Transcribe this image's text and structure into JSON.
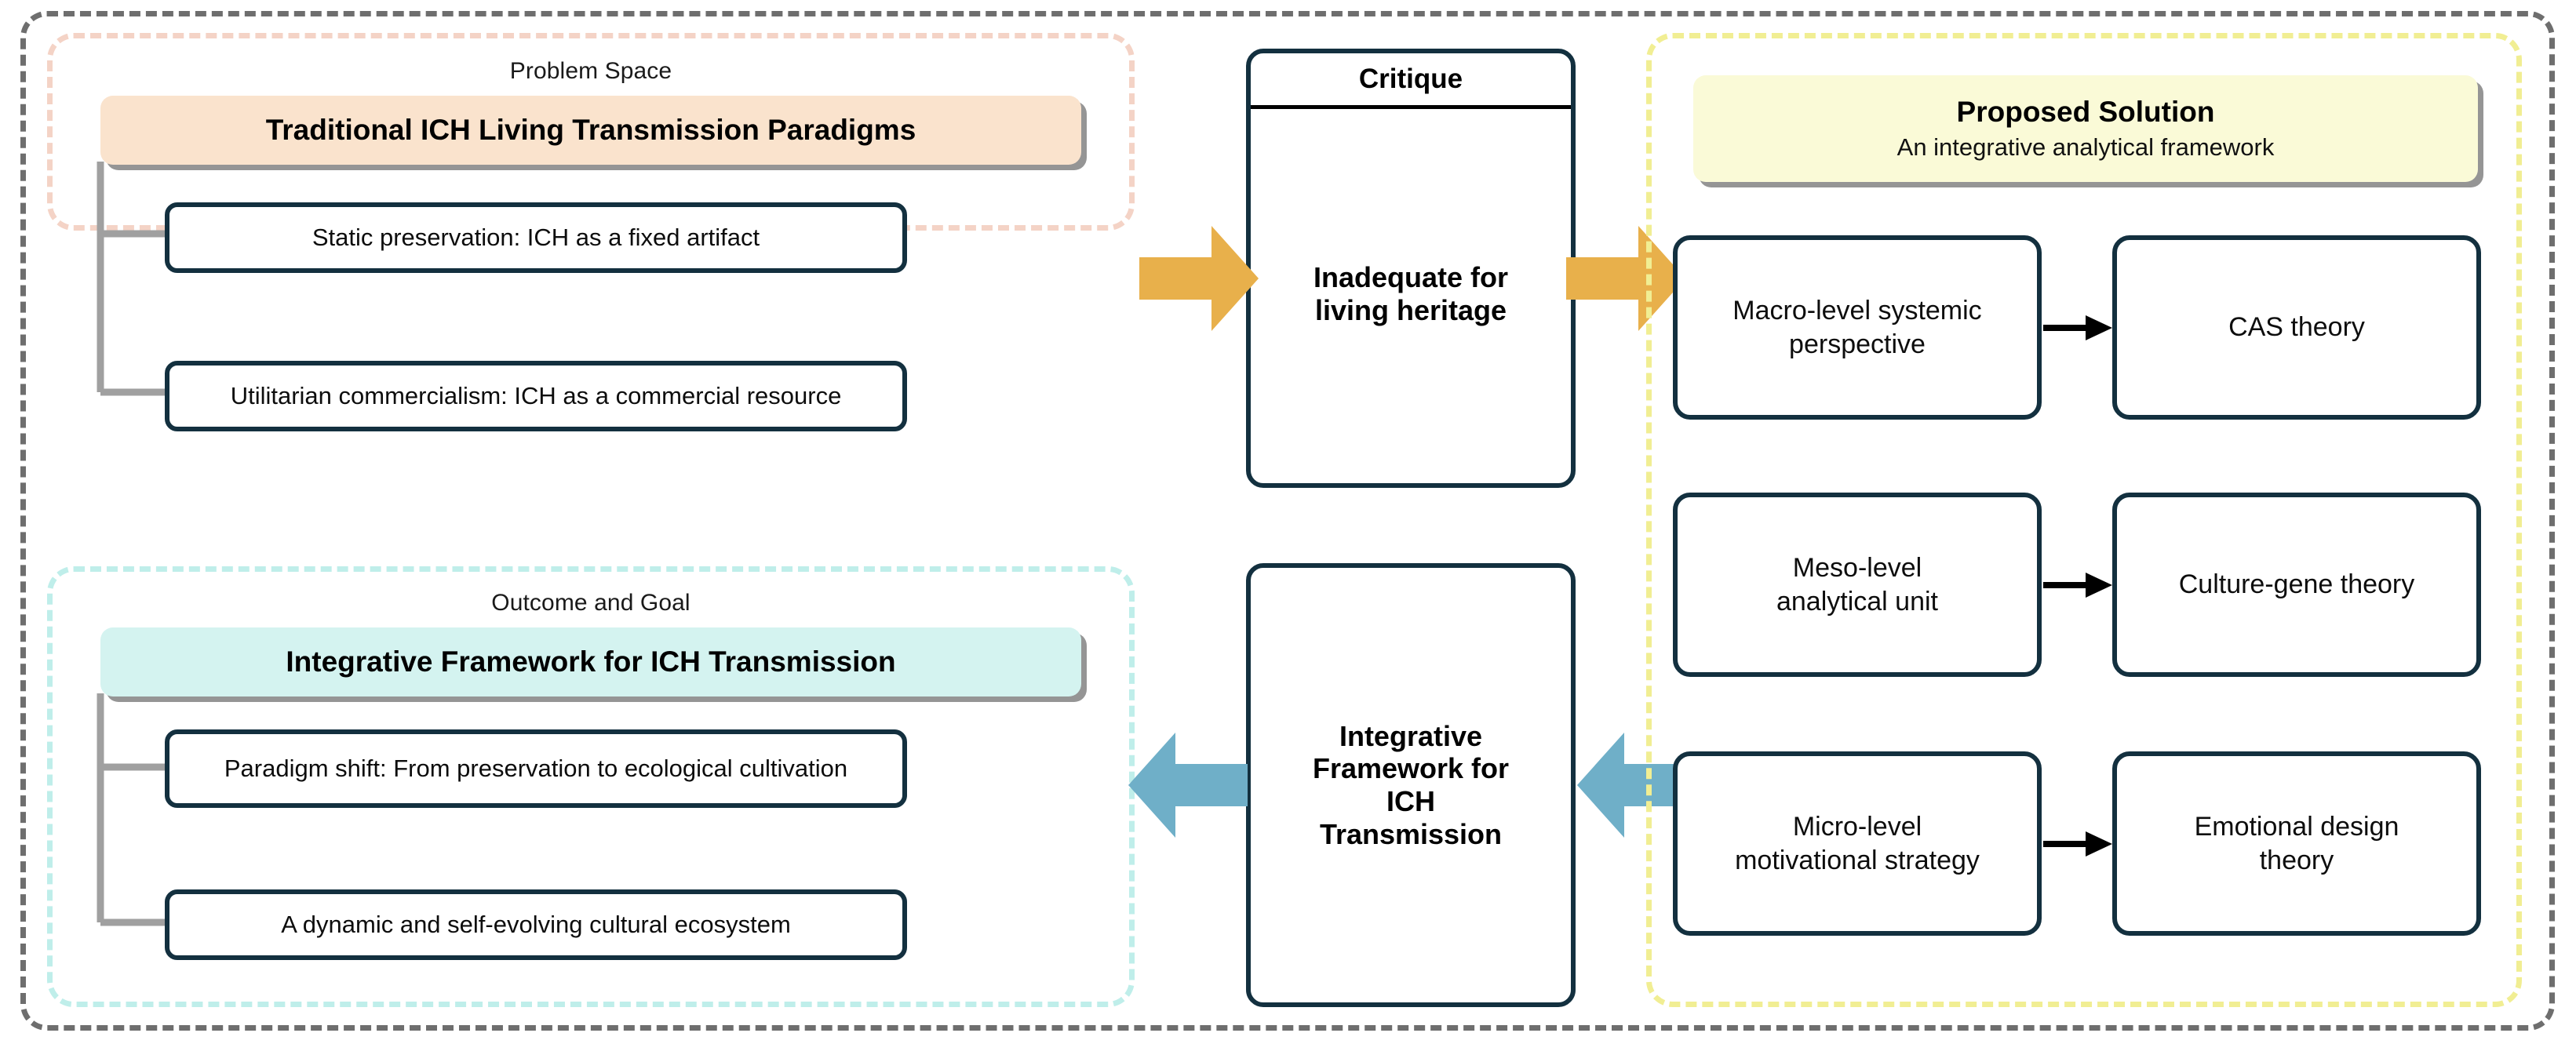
{
  "colors": {
    "outer_frame": "#6e6e6e",
    "problem_border": "#f4d3c6",
    "outcome_border": "#bfeeea",
    "solution_border": "#f1ee93",
    "problem_fill": "#fae3cd",
    "outcome_fill": "#d4f3f0",
    "solution_fill": "#fafad7",
    "box_border": "#13303f",
    "critique_arrow": "#e8b04b",
    "outcome_arrow": "#6fafc8",
    "connector": "#a0a0a0"
  },
  "problem_space": {
    "caption": "Problem Space",
    "header": "Traditional ICH Living Transmission Paradigms",
    "items": [
      "Static preservation: ICH as a fixed artifact",
      "Utilitarian commercialism: ICH as a commercial resource"
    ]
  },
  "outcome_goal": {
    "caption": "Outcome and Goal",
    "header": "Integrative Framework for ICH Transmission",
    "items": [
      "Paradigm shift: From preservation to ecological cultivation",
      "A dynamic and self-evolving cultural ecosystem"
    ]
  },
  "critique": {
    "title": "Critique",
    "body": "Inadequate for\nliving heritage"
  },
  "framework": {
    "body": "Integrative\nFramework for\nICH\nTransmission"
  },
  "proposed_solution": {
    "title": "Proposed Solution",
    "subtitle": "An integrative analytical framework",
    "rows": [
      {
        "level": "Macro-level systemic\nperspective",
        "theory": "CAS theory"
      },
      {
        "level": "Meso-level\nanalytical unit",
        "theory": "Culture-gene theory"
      },
      {
        "level": "Micro-level\nmotivational strategy",
        "theory": "Emotional design\ntheory"
      }
    ]
  },
  "arrows": {
    "critique_in": "right-block-arrow",
    "critique_out": "right-block-arrow",
    "framework_in": "left-block-arrow",
    "framework_out": "left-block-arrow"
  }
}
